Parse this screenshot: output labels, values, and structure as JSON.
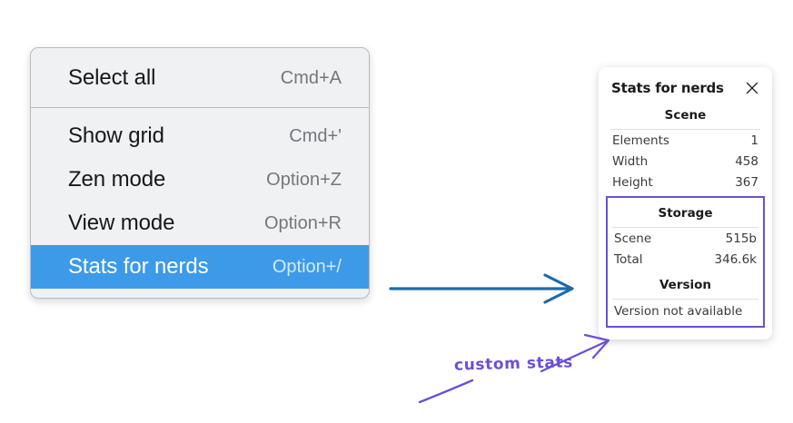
{
  "context_menu": {
    "sections": [
      {
        "items": [
          {
            "label": "Select all",
            "accel": "Cmd+A",
            "selected": false
          }
        ]
      },
      {
        "items": [
          {
            "label": "Show grid",
            "accel": "Cmd+'",
            "selected": false
          },
          {
            "label": "Zen mode",
            "accel": "Option+Z",
            "selected": false
          },
          {
            "label": "View mode",
            "accel": "Option+R",
            "selected": false
          },
          {
            "label": "Stats for nerds",
            "accel": "Option+/",
            "selected": true
          }
        ]
      }
    ],
    "highlight_color": "#3d9ae8"
  },
  "stats_panel": {
    "title": "Stats for nerds",
    "close_icon": "close-icon",
    "scene": {
      "heading": "Scene",
      "rows": [
        {
          "key": "Elements",
          "value": "1"
        },
        {
          "key": "Width",
          "value": "458"
        },
        {
          "key": "Height",
          "value": "367"
        }
      ]
    },
    "storage": {
      "heading": "Storage",
      "rows": [
        {
          "key": "Scene",
          "value": "515b"
        },
        {
          "key": "Total",
          "value": "346.6k"
        }
      ]
    },
    "version": {
      "heading": "Version",
      "note": "Version not available"
    },
    "custom_region_color": "#6c4fd8"
  },
  "annotations": {
    "note_text": "custom stats",
    "note_color": "#6c4fd8",
    "arrow_color": "#1f6aa8"
  }
}
